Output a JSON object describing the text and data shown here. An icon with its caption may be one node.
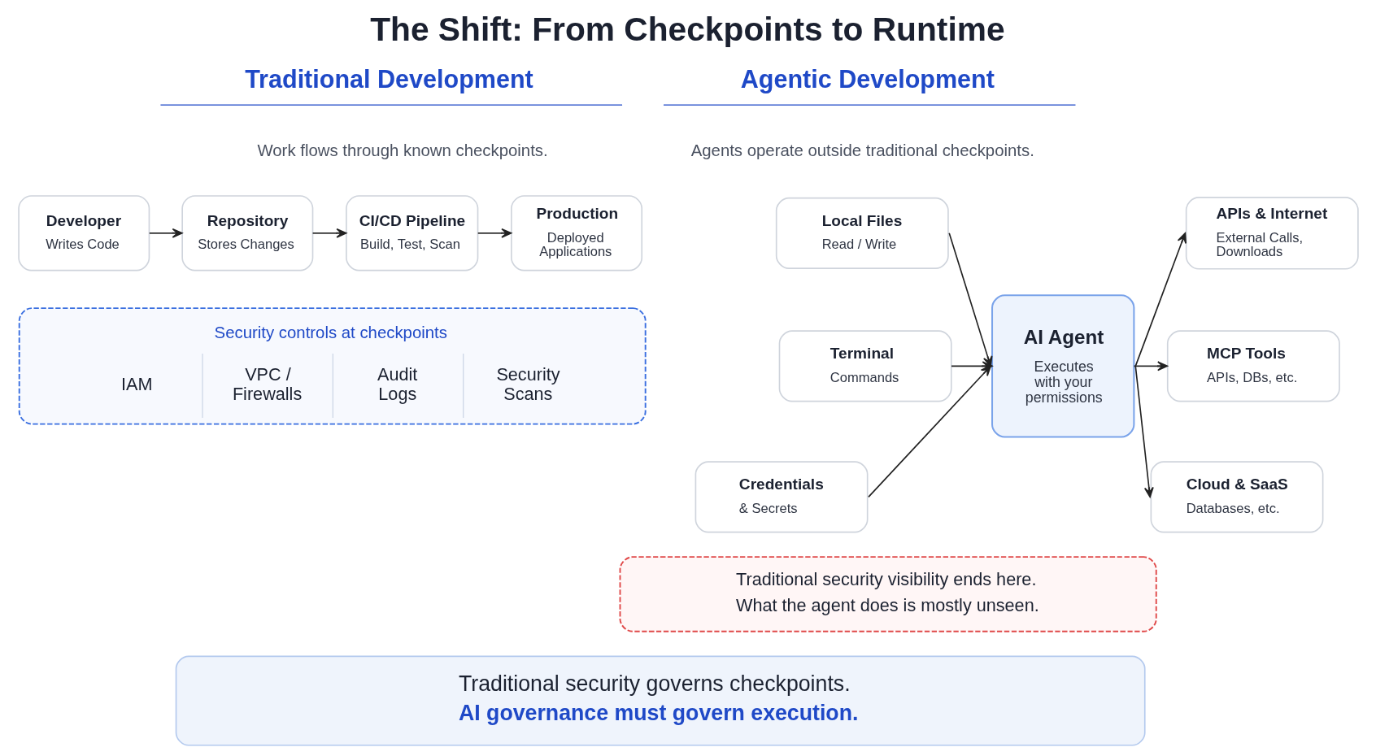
{
  "diagram": {
    "title": "The Shift: From Checkpoints to Runtime",
    "nodes": [
      {
        "text": [
          "Developer",
          "Writes Code"
        ]
      },
      {
        "text": [
          "Repository",
          "Stores Changes"
        ]
      },
      {
        "text": [
          "CI/CD Pipeline",
          "Build, Test, Scan"
        ]
      },
      {
        "text": [
          "Production",
          "Deployed Applications"
        ]
      },
      {
        "text": [
          "Security controls at checkpoints",
          "IAM",
          "VPC / Firewalls",
          "Audit Logs",
          "Security Scans"
        ]
      },
      {
        "text": [
          "Local Files",
          "Read / Write"
        ]
      },
      {
        "text": [
          "Terminal",
          "Commands"
        ]
      },
      {
        "text": [
          "Credentials",
          "& Secrets"
        ]
      },
      {
        "text": [
          "AI Agent",
          "Executes with your permissions"
        ]
      },
      {
        "text": [
          "APIs & Internet",
          "External Calls, Downloads"
        ]
      },
      {
        "text": [
          "MCP Tools",
          "APIs, DBs, etc."
        ]
      },
      {
        "text": [
          "Cloud & SaaS",
          "Databases, etc."
        ]
      },
      {
        "text": [
          "Traditional security visibility ends here.",
          "What the agent does is mostly unseen."
        ]
      },
      {
        "text": [
          "Traditional security governs checkpoints.",
          "AI governance must govern execution."
        ]
      }
    ],
    "edges": [
      {
        "from": 0,
        "to": 1,
        "arrow": "to"
      },
      {
        "from": 1,
        "to": 2,
        "arrow": "to"
      },
      {
        "from": 2,
        "to": 3,
        "arrow": "to"
      },
      {
        "from": 5,
        "to": 8,
        "arrow": "to"
      },
      {
        "from": 6,
        "to": 8,
        "arrow": "to"
      },
      {
        "from": 7,
        "to": 8,
        "arrow": "to"
      },
      {
        "from": 8,
        "to": 9,
        "arrow": "to"
      },
      {
        "from": 8,
        "to": 10,
        "arrow": "to"
      },
      {
        "from": 8,
        "to": 11,
        "arrow": "to"
      }
    ],
    "labels": [
      "Traditional Development",
      "Work flows through known checkpoints.",
      "Agentic Development",
      "Agents operate outside traditional checkpoints."
    ]
  }
}
